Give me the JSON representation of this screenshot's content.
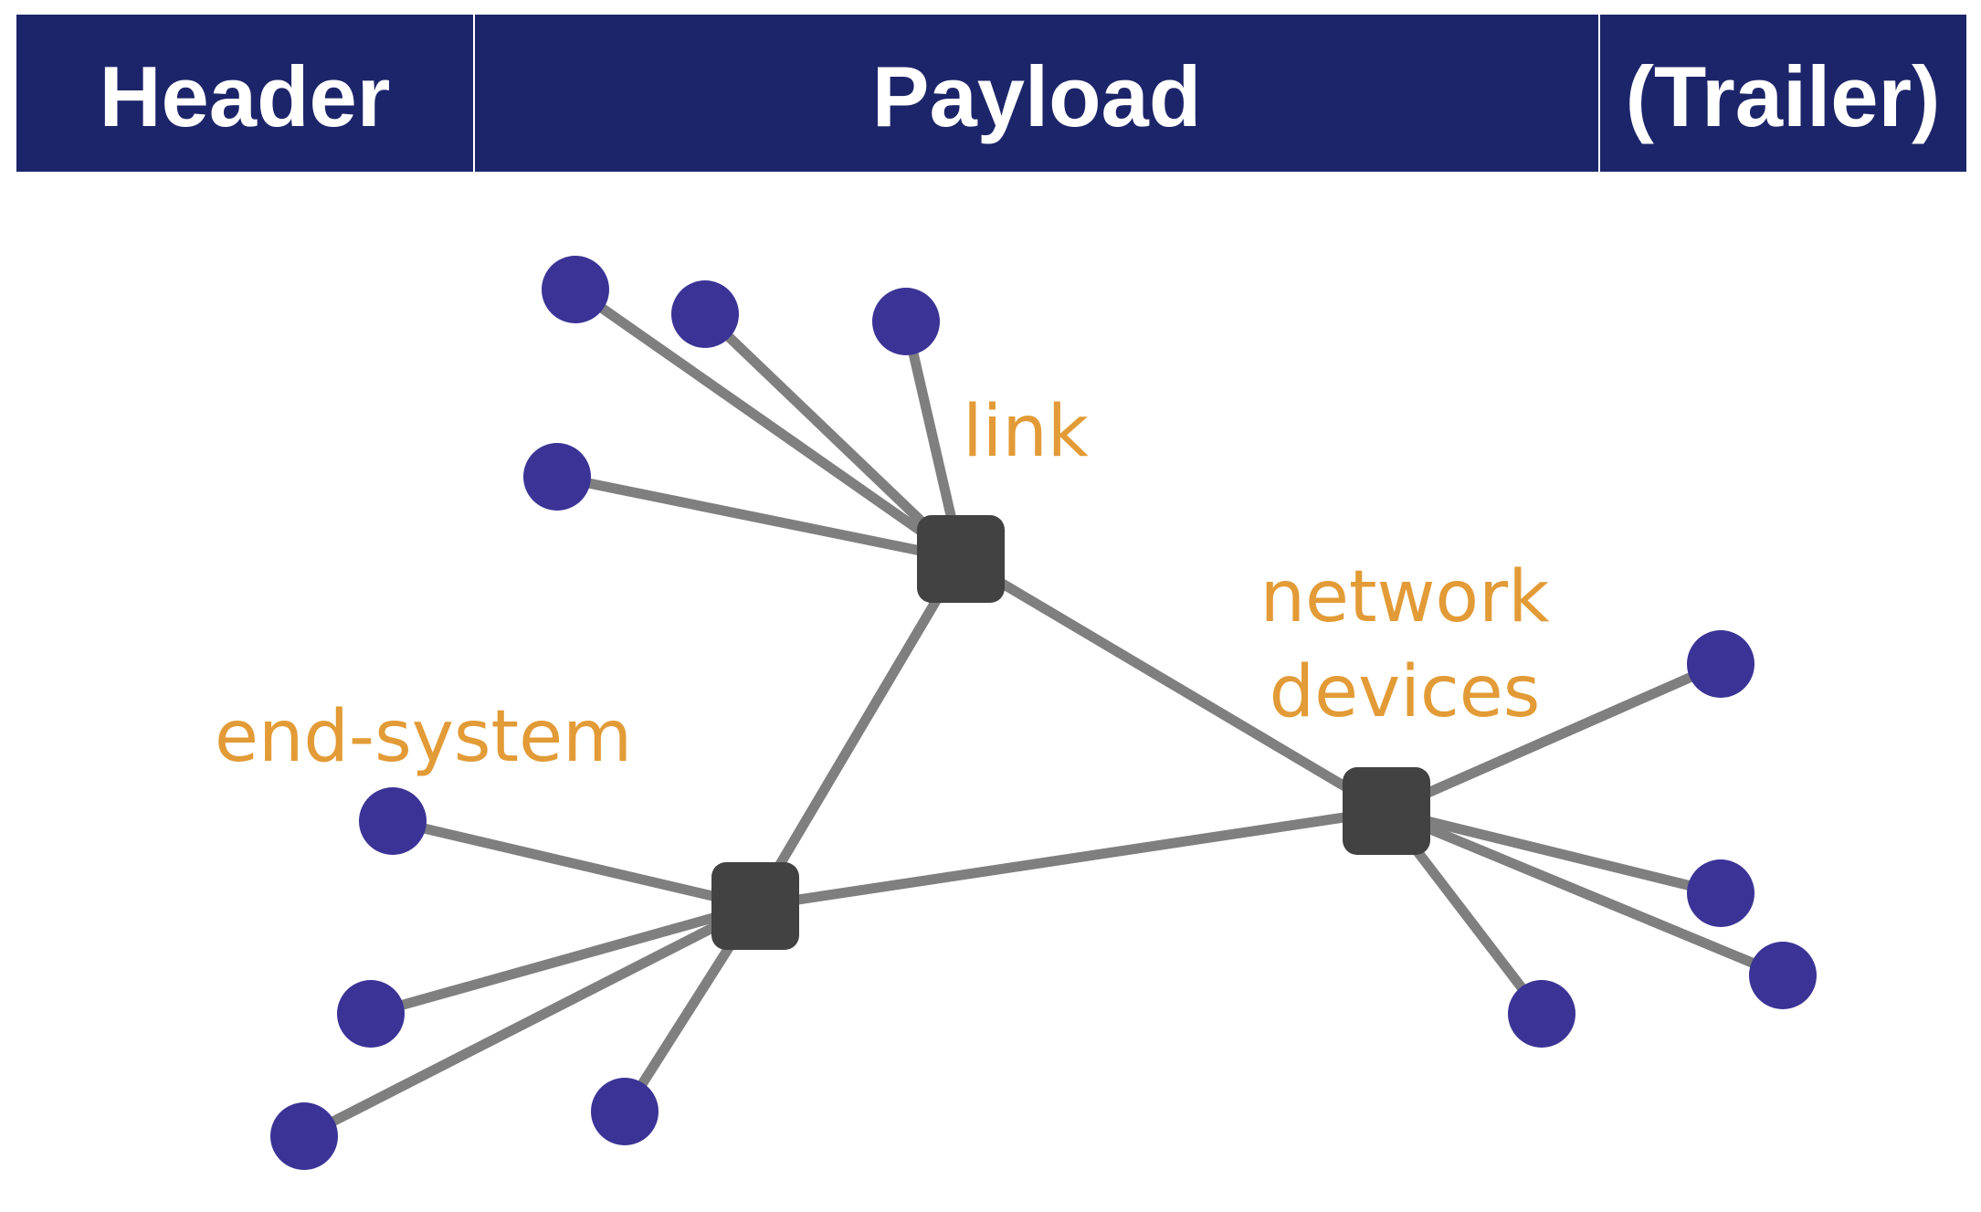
{
  "frame": {
    "header_label": "Header",
    "payload_label": "Payload",
    "trailer_label": "(Trailer)"
  },
  "labels": {
    "link": "link",
    "network_devices_line1": "network",
    "network_devices_line2": "devices",
    "end_system": "end-system"
  },
  "colors": {
    "frame_fill": "#1d256a",
    "frame_separator": "#ffffff",
    "end_system_node": "#3b3496",
    "network_device": "#424242",
    "link_line": "#7f7f7f",
    "annotation_text": "#e29b36"
  },
  "network": {
    "devices": [
      "switch-top",
      "switch-right",
      "switch-bottom"
    ],
    "end_systems_per_device": {
      "switch-top": 4,
      "switch-right": 4,
      "switch-bottom": 4
    }
  }
}
